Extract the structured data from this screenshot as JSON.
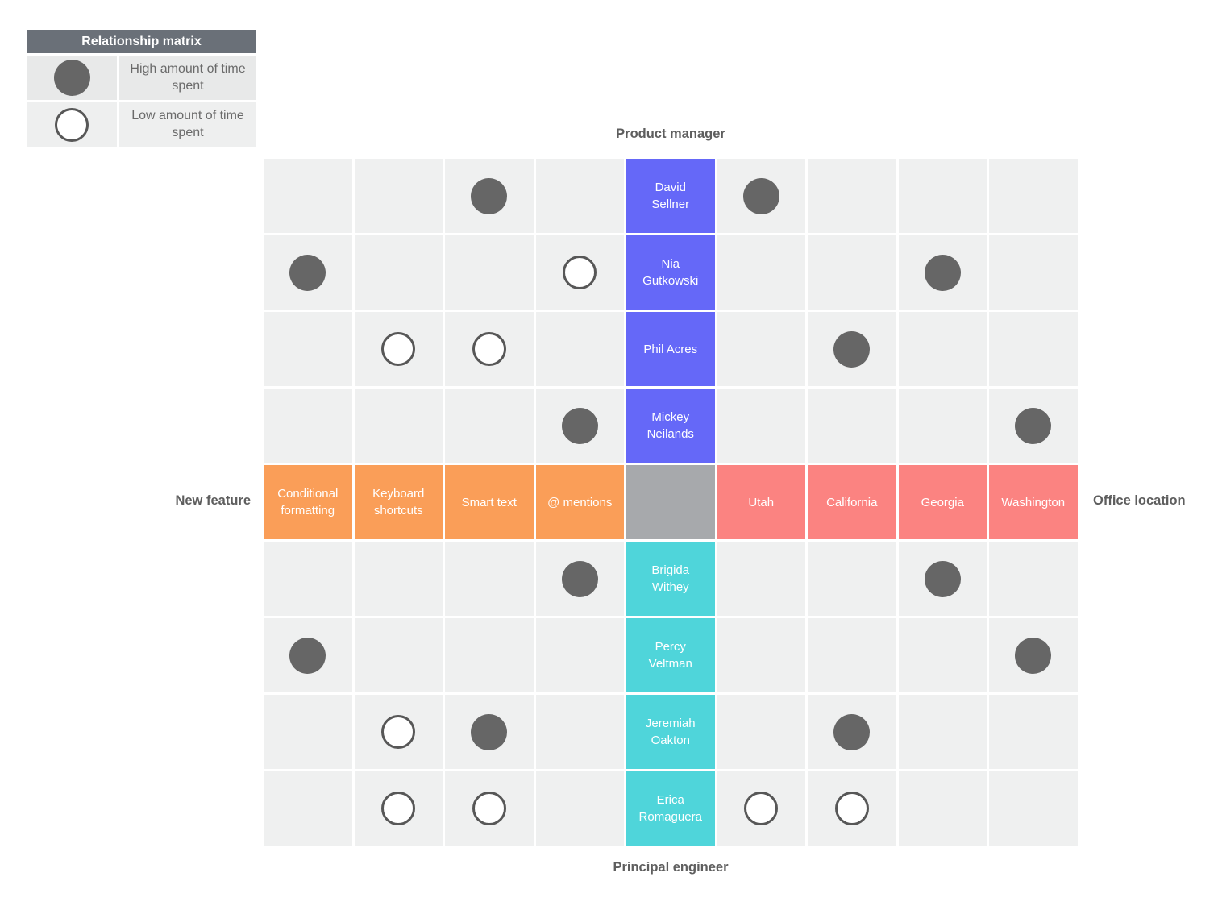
{
  "legend": {
    "title": "Relationship matrix",
    "items": [
      {
        "icon": "filled-circle",
        "label": "High amount of time spent"
      },
      {
        "icon": "outline-circle",
        "label": "Low amount of time spent"
      }
    ]
  },
  "labels": {
    "top": "Product manager",
    "bottom": "Principal engineer",
    "left": "New feature",
    "right": "Office location"
  },
  "features": [
    "Conditional formatting",
    "Keyboard shortcuts",
    "Smart text",
    "@ mentions"
  ],
  "locations": [
    "Utah",
    "California",
    "Georgia",
    "Washington"
  ],
  "product_managers": [
    "David Sellner",
    "Nia Gutkowski",
    "Phil Acres",
    "Mickey Neilands"
  ],
  "principal_engineers": [
    "Brigida Withey",
    "Percy Veltman",
    "Jeremiah Oakton",
    "Erica Romaguera"
  ],
  "marks": [
    {
      "row": "David Sellner",
      "column": "Smart text",
      "value": "high"
    },
    {
      "row": "David Sellner",
      "column": "Utah",
      "value": "high"
    },
    {
      "row": "Nia Gutkowski",
      "column": "Conditional formatting",
      "value": "high"
    },
    {
      "row": "Nia Gutkowski",
      "column": "@ mentions",
      "value": "low"
    },
    {
      "row": "Nia Gutkowski",
      "column": "Georgia",
      "value": "high"
    },
    {
      "row": "Phil Acres",
      "column": "Keyboard shortcuts",
      "value": "low"
    },
    {
      "row": "Phil Acres",
      "column": "Smart text",
      "value": "low"
    },
    {
      "row": "Phil Acres",
      "column": "California",
      "value": "high"
    },
    {
      "row": "Mickey Neilands",
      "column": "@ mentions",
      "value": "high"
    },
    {
      "row": "Mickey Neilands",
      "column": "Washington",
      "value": "high"
    },
    {
      "row": "Brigida Withey",
      "column": "@ mentions",
      "value": "high"
    },
    {
      "row": "Brigida Withey",
      "column": "Georgia",
      "value": "high"
    },
    {
      "row": "Percy Veltman",
      "column": "Conditional formatting",
      "value": "high"
    },
    {
      "row": "Percy Veltman",
      "column": "Washington",
      "value": "high"
    },
    {
      "row": "Jeremiah Oakton",
      "column": "Keyboard shortcuts",
      "value": "low"
    },
    {
      "row": "Jeremiah Oakton",
      "column": "Smart text",
      "value": "high"
    },
    {
      "row": "Jeremiah Oakton",
      "column": "California",
      "value": "high"
    },
    {
      "row": "Erica Romaguera",
      "column": "Keyboard shortcuts",
      "value": "low"
    },
    {
      "row": "Erica Romaguera",
      "column": "Smart text",
      "value": "low"
    },
    {
      "row": "Erica Romaguera",
      "column": "Utah",
      "value": "low"
    },
    {
      "row": "Erica Romaguera",
      "column": "California",
      "value": "low"
    }
  ],
  "colors": {
    "product_manager_cell": "#6568F8",
    "principal_engineer_cell": "#4FD5DA",
    "feature_cell": "#FA9E58",
    "location_cell": "#FB8381",
    "center_cell": "#A7A9AC",
    "grid_cell": "#EFF0F0",
    "high_circle": "#666666",
    "low_circle_border": "#575757",
    "legend_header_bg": "#6A7078",
    "legend_row1_bg": "#E8E9E9",
    "legend_row2_bg": "#EEEFEF",
    "label_text": "#5E5E5E"
  }
}
